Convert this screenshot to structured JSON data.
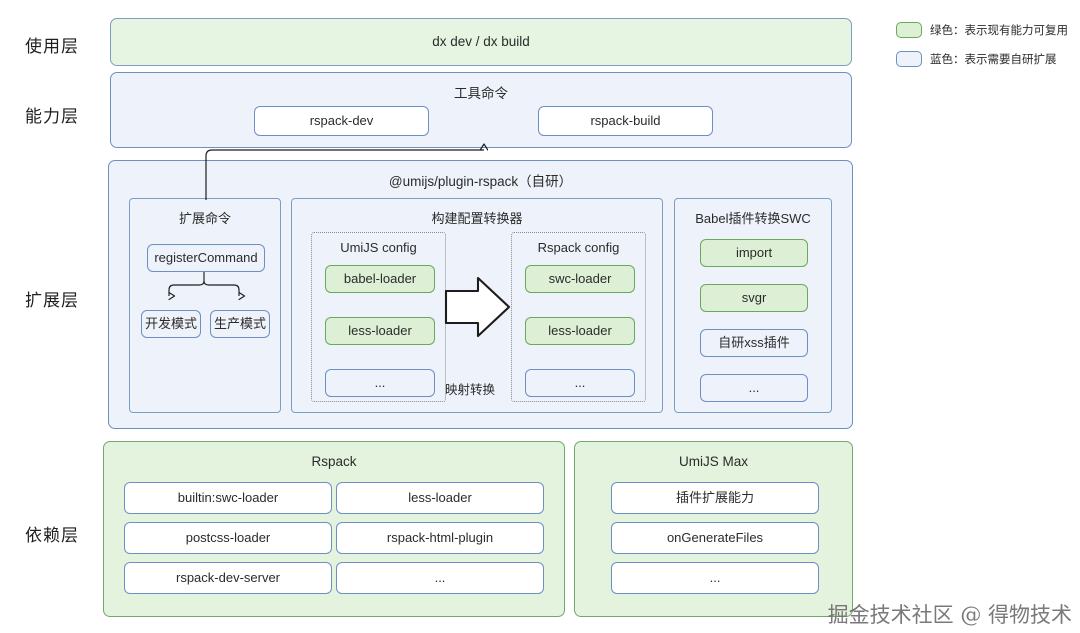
{
  "layers": [
    {
      "id": "usage",
      "label": "使用层"
    },
    {
      "id": "capability",
      "label": "能力层"
    },
    {
      "id": "extension",
      "label": "扩展层"
    },
    {
      "id": "dependency",
      "label": "依赖层"
    }
  ],
  "usage_layer": {
    "box_label": "dx dev / dx build"
  },
  "capability_layer": {
    "title": "工具命令",
    "commands": [
      {
        "label": "rspack-dev"
      },
      {
        "label": "rspack-build"
      }
    ]
  },
  "extension_layer": {
    "title": "@umijs/plugin-rspack（自研）",
    "panels": {
      "ext_command": {
        "title": "扩展命令",
        "root": "registerCommand",
        "children": [
          {
            "label": "开发模式"
          },
          {
            "label": "生产模式"
          }
        ]
      },
      "config_transform": {
        "title": "构建配置转换器",
        "arrow_label": "映射转换",
        "source": {
          "title": "UmiJS config",
          "items": [
            {
              "label": "babel-loader",
              "style": "green"
            },
            {
              "label": "less-loader",
              "style": "green"
            },
            {
              "label": "...",
              "style": "blue"
            }
          ]
        },
        "target": {
          "title": "Rspack config",
          "items": [
            {
              "label": "swc-loader",
              "style": "green"
            },
            {
              "label": "less-loader",
              "style": "green"
            },
            {
              "label": "...",
              "style": "blue"
            }
          ]
        }
      },
      "babel_swc": {
        "title": "Babel插件转换SWC",
        "items": [
          {
            "label": "import",
            "style": "green"
          },
          {
            "label": "svgr",
            "style": "green"
          },
          {
            "label": "自研xss插件",
            "style": "blue"
          },
          {
            "label": "...",
            "style": "blue"
          }
        ]
      }
    }
  },
  "dependency_layer": {
    "groups": [
      {
        "title": "Rspack",
        "items": [
          "builtin:swc-loader",
          "less-loader",
          "postcss-loader",
          "rspack-html-plugin",
          "rspack-dev-server",
          "..."
        ]
      },
      {
        "title": "UmiJS Max",
        "items": [
          "插件扩展能力",
          "onGenerateFiles",
          "..."
        ]
      }
    ]
  },
  "legend": [
    {
      "swatch": "green",
      "text": "绿色：表示现有能力可复用"
    },
    {
      "swatch": "blue",
      "text": "蓝色：表示需要自研扩展"
    }
  ],
  "watermark": "掘金技术社区 @ 得物技术",
  "colors": {
    "green_fill": "#ddf0d6",
    "green_border": "#6aa85c",
    "blue_fill": "#eef2fa",
    "blue_border": "#6d8fc4",
    "usage_fill": "#e6f4e2",
    "dep_fill": "#e3f3de",
    "dep_border": "#74a868"
  }
}
